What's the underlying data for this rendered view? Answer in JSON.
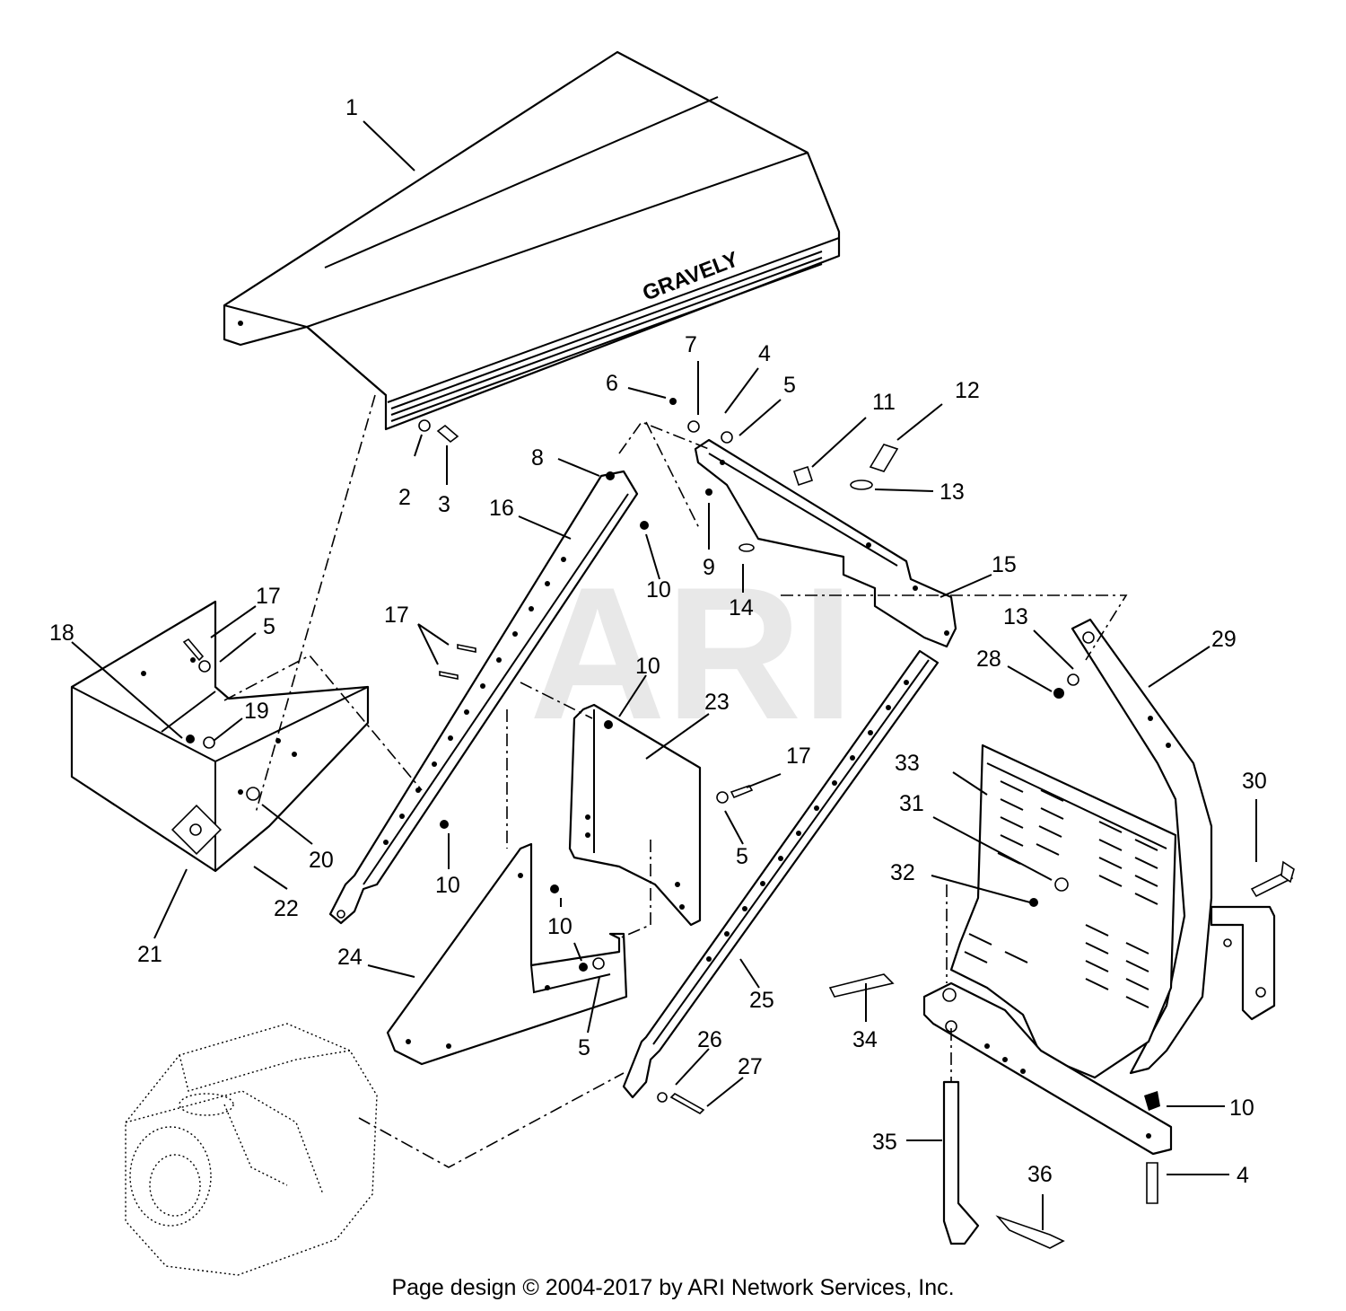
{
  "diagram": {
    "brand_label": "GRAVELY",
    "watermark": "ARI",
    "callouts": [
      {
        "id": "c1",
        "label": "1"
      },
      {
        "id": "c2",
        "label": "2"
      },
      {
        "id": "c3",
        "label": "3"
      },
      {
        "id": "c6",
        "label": "6"
      },
      {
        "id": "c7",
        "label": "7"
      },
      {
        "id": "c4a",
        "label": "4"
      },
      {
        "id": "c5a",
        "label": "5"
      },
      {
        "id": "c11",
        "label": "11"
      },
      {
        "id": "c12",
        "label": "12"
      },
      {
        "id": "c13a",
        "label": "13"
      },
      {
        "id": "c8",
        "label": "8"
      },
      {
        "id": "c16",
        "label": "16"
      },
      {
        "id": "c9",
        "label": "9"
      },
      {
        "id": "c10a",
        "label": "10"
      },
      {
        "id": "c14",
        "label": "14"
      },
      {
        "id": "c15",
        "label": "15"
      },
      {
        "id": "c17a",
        "label": "17"
      },
      {
        "id": "c5b",
        "label": "5"
      },
      {
        "id": "c18",
        "label": "18"
      },
      {
        "id": "c17b",
        "label": "17"
      },
      {
        "id": "c19",
        "label": "19"
      },
      {
        "id": "c10b",
        "label": "10"
      },
      {
        "id": "c23",
        "label": "23"
      },
      {
        "id": "c13b",
        "label": "13"
      },
      {
        "id": "c28",
        "label": "28"
      },
      {
        "id": "c29",
        "label": "29"
      },
      {
        "id": "c17c",
        "label": "17"
      },
      {
        "id": "c33",
        "label": "33"
      },
      {
        "id": "c30",
        "label": "30"
      },
      {
        "id": "c31",
        "label": "31"
      },
      {
        "id": "c20",
        "label": "20"
      },
      {
        "id": "c10c",
        "label": "10"
      },
      {
        "id": "c5c",
        "label": "5"
      },
      {
        "id": "c32",
        "label": "32"
      },
      {
        "id": "c21",
        "label": "21"
      },
      {
        "id": "c22",
        "label": "22"
      },
      {
        "id": "c24",
        "label": "24"
      },
      {
        "id": "c10d",
        "label": "10"
      },
      {
        "id": "c25",
        "label": "25"
      },
      {
        "id": "c5d",
        "label": "5"
      },
      {
        "id": "c34",
        "label": "34"
      },
      {
        "id": "c26",
        "label": "26"
      },
      {
        "id": "c27",
        "label": "27"
      },
      {
        "id": "c10e",
        "label": "10"
      },
      {
        "id": "c35",
        "label": "35"
      },
      {
        "id": "c4b",
        "label": "4"
      },
      {
        "id": "c36",
        "label": "36"
      }
    ]
  },
  "footer": {
    "text": "Page design © 2004-2017 by ARI Network Services, Inc."
  }
}
